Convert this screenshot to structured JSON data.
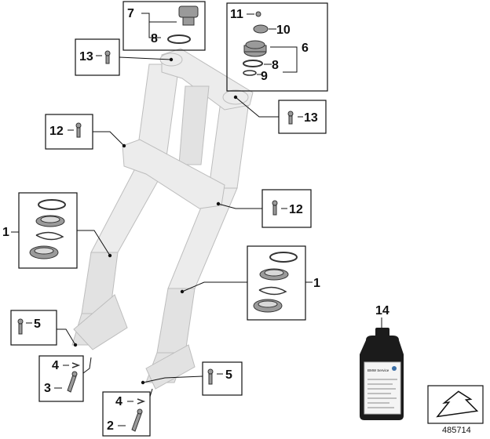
{
  "diagram": {
    "callouts": [
      {
        "id": "c7",
        "label": "7"
      },
      {
        "id": "c8a",
        "label": "8"
      },
      {
        "id": "c11",
        "label": "11"
      },
      {
        "id": "c10",
        "label": "10"
      },
      {
        "id": "c6",
        "label": "6"
      },
      {
        "id": "c8b",
        "label": "8"
      },
      {
        "id": "c9",
        "label": "9"
      },
      {
        "id": "c13a",
        "label": "13"
      },
      {
        "id": "c13b",
        "label": "13"
      },
      {
        "id": "c12a",
        "label": "12"
      },
      {
        "id": "c12b",
        "label": "12"
      },
      {
        "id": "c1a",
        "label": "1"
      },
      {
        "id": "c1b",
        "label": "1"
      },
      {
        "id": "c5a",
        "label": "5"
      },
      {
        "id": "c5b",
        "label": "5"
      },
      {
        "id": "c4a",
        "label": "4"
      },
      {
        "id": "c3",
        "label": "3"
      },
      {
        "id": "c4b",
        "label": "4"
      },
      {
        "id": "c2",
        "label": "2"
      },
      {
        "id": "c14",
        "label": "14"
      }
    ],
    "oil_bottle_label": "BMW Service",
    "diagram_number": "485714"
  },
  "colors": {
    "line": "#111111",
    "fork_fill": "#ececec",
    "fork_stroke": "#bdbdbd",
    "bottle": "#1b1b1b"
  }
}
